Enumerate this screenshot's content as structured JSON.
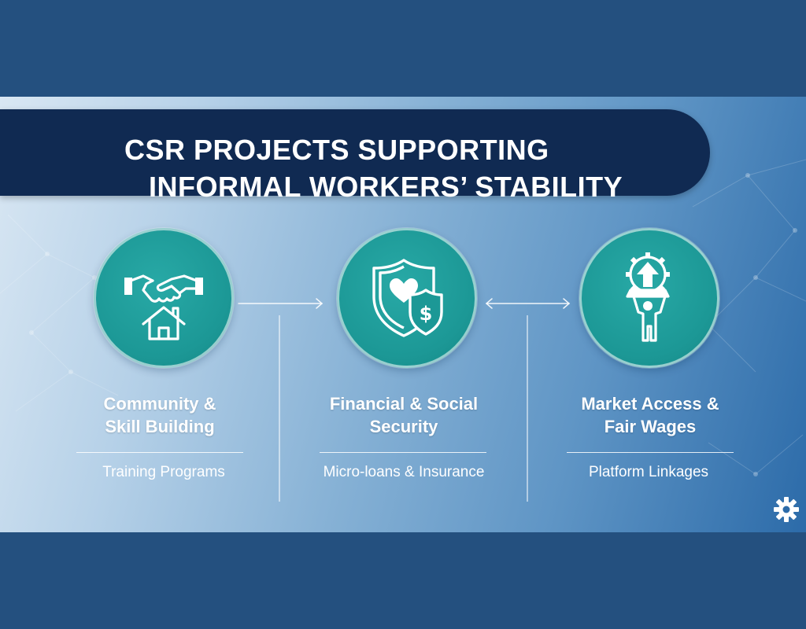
{
  "title": {
    "line1": "CSR PROJECTS SUPPORTING",
    "line2": "INFORMAL WORKERS’ STABILITY"
  },
  "columns": [
    {
      "title_line1": "Community &",
      "title_line2": "Skill Building",
      "subtitle": "Training Programs",
      "icons": [
        "handshake-icon",
        "house-icon"
      ]
    },
    {
      "title_line1": "Financial & Social",
      "title_line2": "Security",
      "subtitle": "Micro-loans & Insurance",
      "icons": [
        "shield-heart-icon",
        "dollar-shield-icon"
      ]
    },
    {
      "title_line1": "Market Access &",
      "title_line2": "Fair Wages",
      "subtitle": "Platform Linkages",
      "icons": [
        "gear-arrow-up-icon",
        "person-lifting-icon"
      ]
    }
  ],
  "colors": {
    "outer_background": "#24507f",
    "title_bar": "#102a52",
    "circle_teal": "#1c9896",
    "text": "#ffffff"
  },
  "corner_icon": "gear-icon"
}
